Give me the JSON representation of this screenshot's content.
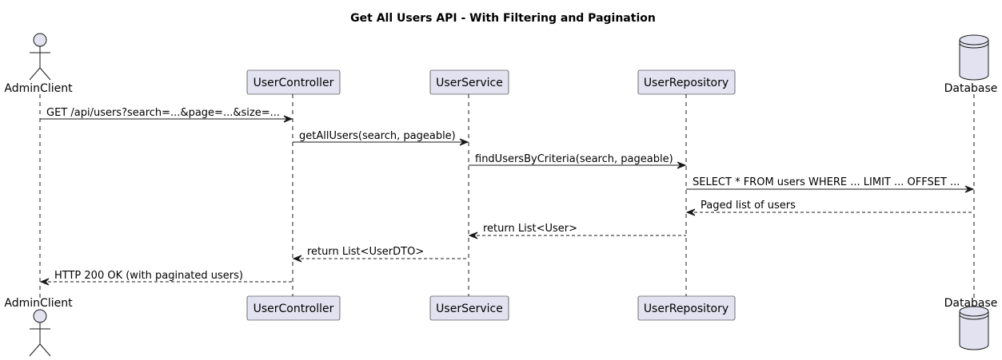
{
  "title": "Get All Users API - With Filtering and Pagination",
  "participants": [
    {
      "id": "client",
      "name": "AdminClient",
      "kind": "actor"
    },
    {
      "id": "controller",
      "name": "UserController",
      "kind": "participant"
    },
    {
      "id": "service",
      "name": "UserService",
      "kind": "participant"
    },
    {
      "id": "repository",
      "name": "UserRepository",
      "kind": "participant"
    },
    {
      "id": "db",
      "name": "Database",
      "kind": "database"
    }
  ],
  "messages": [
    {
      "from": "client",
      "to": "controller",
      "label": "GET /api/users?search=...&page=...&size=...",
      "style": "solid"
    },
    {
      "from": "controller",
      "to": "service",
      "label": "getAllUsers(search, pageable)",
      "style": "solid"
    },
    {
      "from": "service",
      "to": "repository",
      "label": "findUsersByCriteria(search, pageable)",
      "style": "solid"
    },
    {
      "from": "repository",
      "to": "db",
      "label": "SELECT * FROM users WHERE ... LIMIT ... OFFSET ...",
      "style": "solid"
    },
    {
      "from": "db",
      "to": "repository",
      "label": "Paged list of users",
      "style": "dashed"
    },
    {
      "from": "repository",
      "to": "service",
      "label": "return List<User>",
      "style": "dashed"
    },
    {
      "from": "service",
      "to": "controller",
      "label": "return List<UserDTO>",
      "style": "dashed"
    },
    {
      "from": "controller",
      "to": "client",
      "label": "HTTP 200 OK (with paginated users)",
      "style": "dashed"
    }
  ],
  "colors": {
    "participant_fill": "#E2E2F0",
    "stroke": "#181818",
    "text": "#000000",
    "background": "#FFFFFF"
  }
}
